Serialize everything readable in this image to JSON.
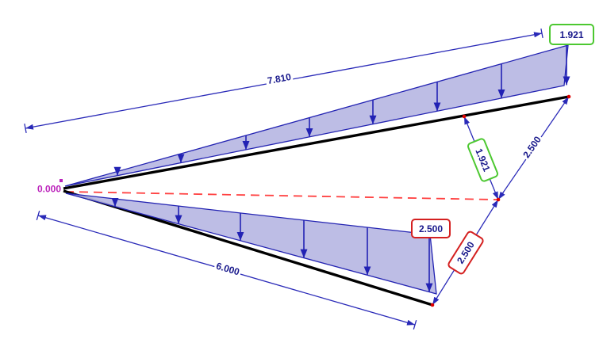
{
  "diagram": {
    "origin_label": "0.000",
    "dimensions": {
      "top_member_length": "7.810",
      "bottom_member_length": "6.000",
      "right_offset": "2.500",
      "load_depth_top": "1.921",
      "load_depth_bottom": "2.500"
    },
    "loads": {
      "top_peak_value": "1.921",
      "bottom_peak_value": "2.500"
    },
    "colors": {
      "background": "#ffffff",
      "member": "#000000",
      "load_fill": "#b7b7e3",
      "load_outline": "#2323b2",
      "load_arrow": "#2222b4",
      "dimension_line": "#2a2ab8",
      "dimension_text": "#19198c",
      "reference_dashed_line": "#ff4040",
      "node_marker": "#dd0000",
      "green_value_box_border": "#4cc830",
      "red_value_box_border": "#d42020",
      "origin_text": "#bb22bb"
    }
  }
}
